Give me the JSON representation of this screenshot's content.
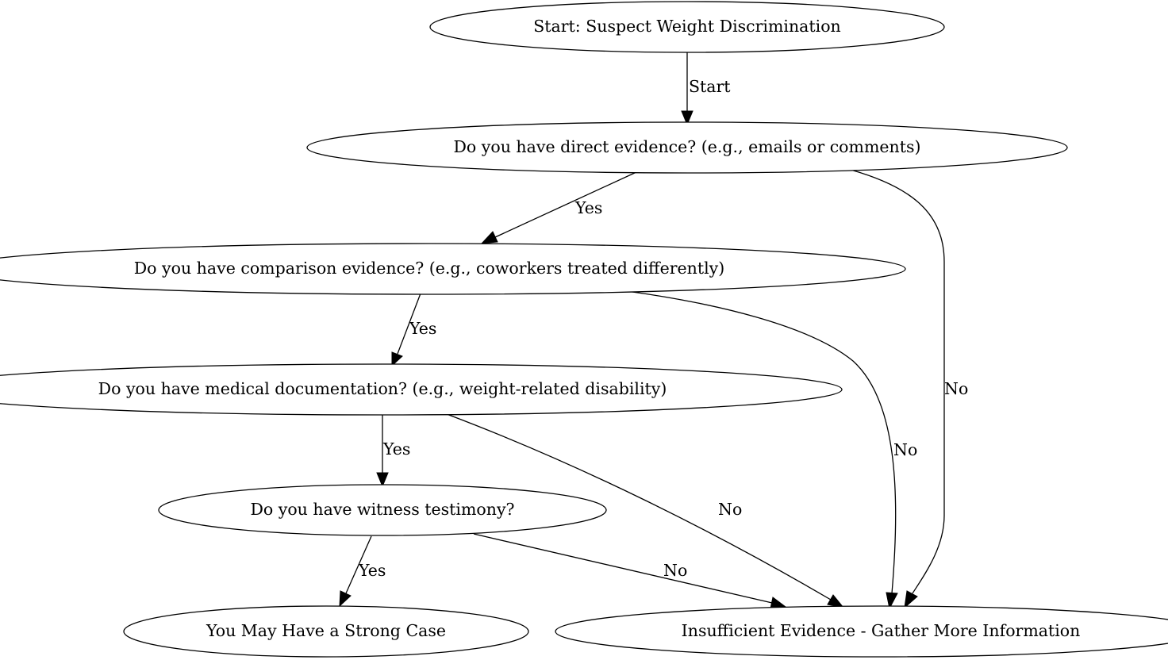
{
  "diagram": {
    "nodes": {
      "start": "Start: Suspect Weight Discrimination",
      "direct_evidence": "Do you have direct evidence? (e.g., emails or comments)",
      "comparison_evidence": "Do you have comparison evidence? (e.g., coworkers treated differently)",
      "medical_documentation": "Do you have medical documentation? (e.g., weight-related disability)",
      "witness_testimony": "Do you have witness testimony?",
      "strong_case": "You May Have a Strong Case",
      "insufficient_evidence": "Insufficient Evidence - Gather More Information"
    },
    "edges": {
      "start_to_direct": "Start",
      "direct_yes": "Yes",
      "direct_no": "No",
      "comparison_yes": "Yes",
      "comparison_no": "No",
      "medical_yes": "Yes",
      "medical_no": "No",
      "witness_yes": "Yes",
      "witness_no": "No"
    }
  }
}
